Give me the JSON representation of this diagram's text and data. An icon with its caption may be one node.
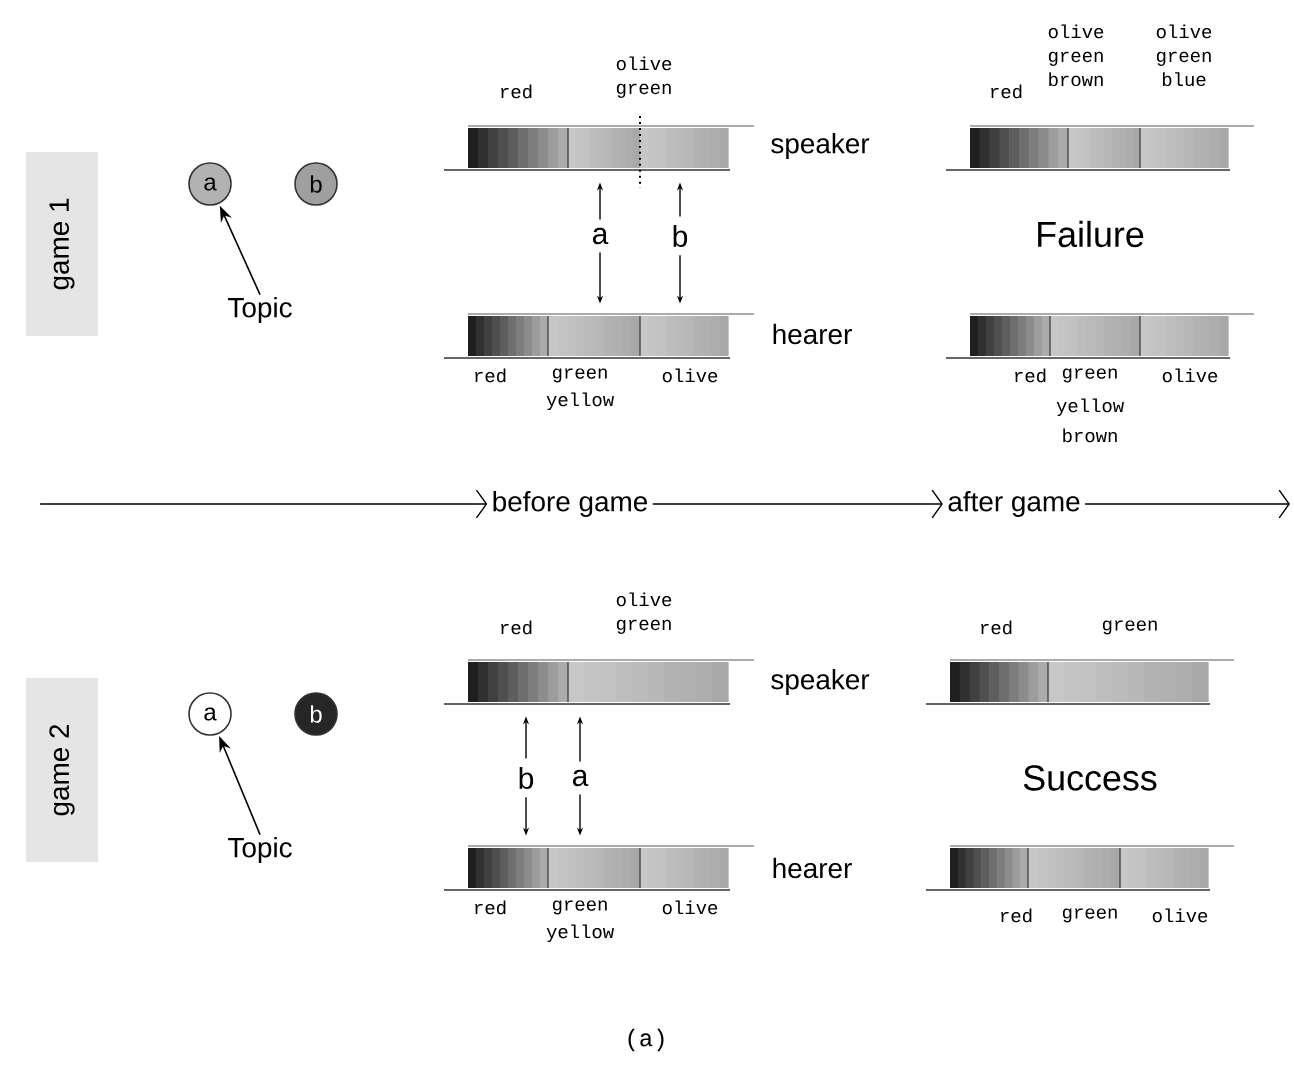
{
  "diagram": {
    "caption": "(a)",
    "nodes": [
      {
        "text": [
          "game 1"
        ]
      },
      {
        "text": [
          "a"
        ]
      },
      {
        "text": [
          "b"
        ]
      },
      {
        "text": [
          "Topic"
        ]
      },
      {
        "text": [],
        "shape": "bar",
        "beside": [
          "red",
          "olive green"
        ]
      },
      {
        "text": [
          "a"
        ]
      },
      {
        "text": [
          "b"
        ]
      },
      {
        "text": [],
        "shape": "bar",
        "beside": [
          "red",
          "green",
          "olive",
          "yellow"
        ]
      },
      {
        "text": [],
        "shape": "bar",
        "beside": [
          "red",
          "olive green brown",
          "olive green blue"
        ]
      },
      {
        "text": [],
        "shape": "bar",
        "beside": [
          "red",
          "green",
          "olive",
          "yellow",
          "brown"
        ]
      },
      {
        "text": [
          "before game"
        ]
      },
      {
        "text": [
          "after game"
        ]
      },
      {
        "text": [
          "game 2"
        ]
      },
      {
        "text": [
          "a"
        ]
      },
      {
        "text": [
          "b"
        ]
      },
      {
        "text": [
          "Topic"
        ]
      },
      {
        "text": [],
        "shape": "bar",
        "beside": [
          "red",
          "olive green"
        ]
      },
      {
        "text": [
          "b"
        ]
      },
      {
        "text": [
          "a"
        ]
      },
      {
        "text": [],
        "shape": "bar",
        "beside": [
          "red",
          "green",
          "olive",
          "yellow"
        ]
      },
      {
        "text": [],
        "shape": "bar",
        "beside": [
          "red",
          "green"
        ]
      },
      {
        "text": [],
        "shape": "bar",
        "beside": [
          "red",
          "green",
          "olive"
        ]
      }
    ],
    "edges": [
      {
        "from": 3,
        "to": 1,
        "arrow": "to"
      },
      {
        "from": 5,
        "to": 4,
        "arrow": "to"
      },
      {
        "from": 5,
        "to": 7,
        "arrow": "to"
      },
      {
        "from": 6,
        "to": 4,
        "arrow": "to"
      },
      {
        "from": 6,
        "to": 7,
        "arrow": "to"
      },
      {
        "from": null,
        "to": 10,
        "arrow": "to"
      },
      {
        "from": 10,
        "to": 11,
        "arrow": "to"
      },
      {
        "from": 11,
        "to": null,
        "arrow": "to"
      },
      {
        "from": 15,
        "to": 13,
        "arrow": "to"
      },
      {
        "from": 17,
        "to": 16,
        "arrow": "to"
      },
      {
        "from": 17,
        "to": 19,
        "arrow": "to"
      },
      {
        "from": 18,
        "to": 16,
        "arrow": "to"
      },
      {
        "from": 18,
        "to": 19,
        "arrow": "to"
      }
    ],
    "labels": [
      "speaker",
      "Failure",
      "hearer",
      "speaker",
      "Success",
      "hearer"
    ]
  }
}
